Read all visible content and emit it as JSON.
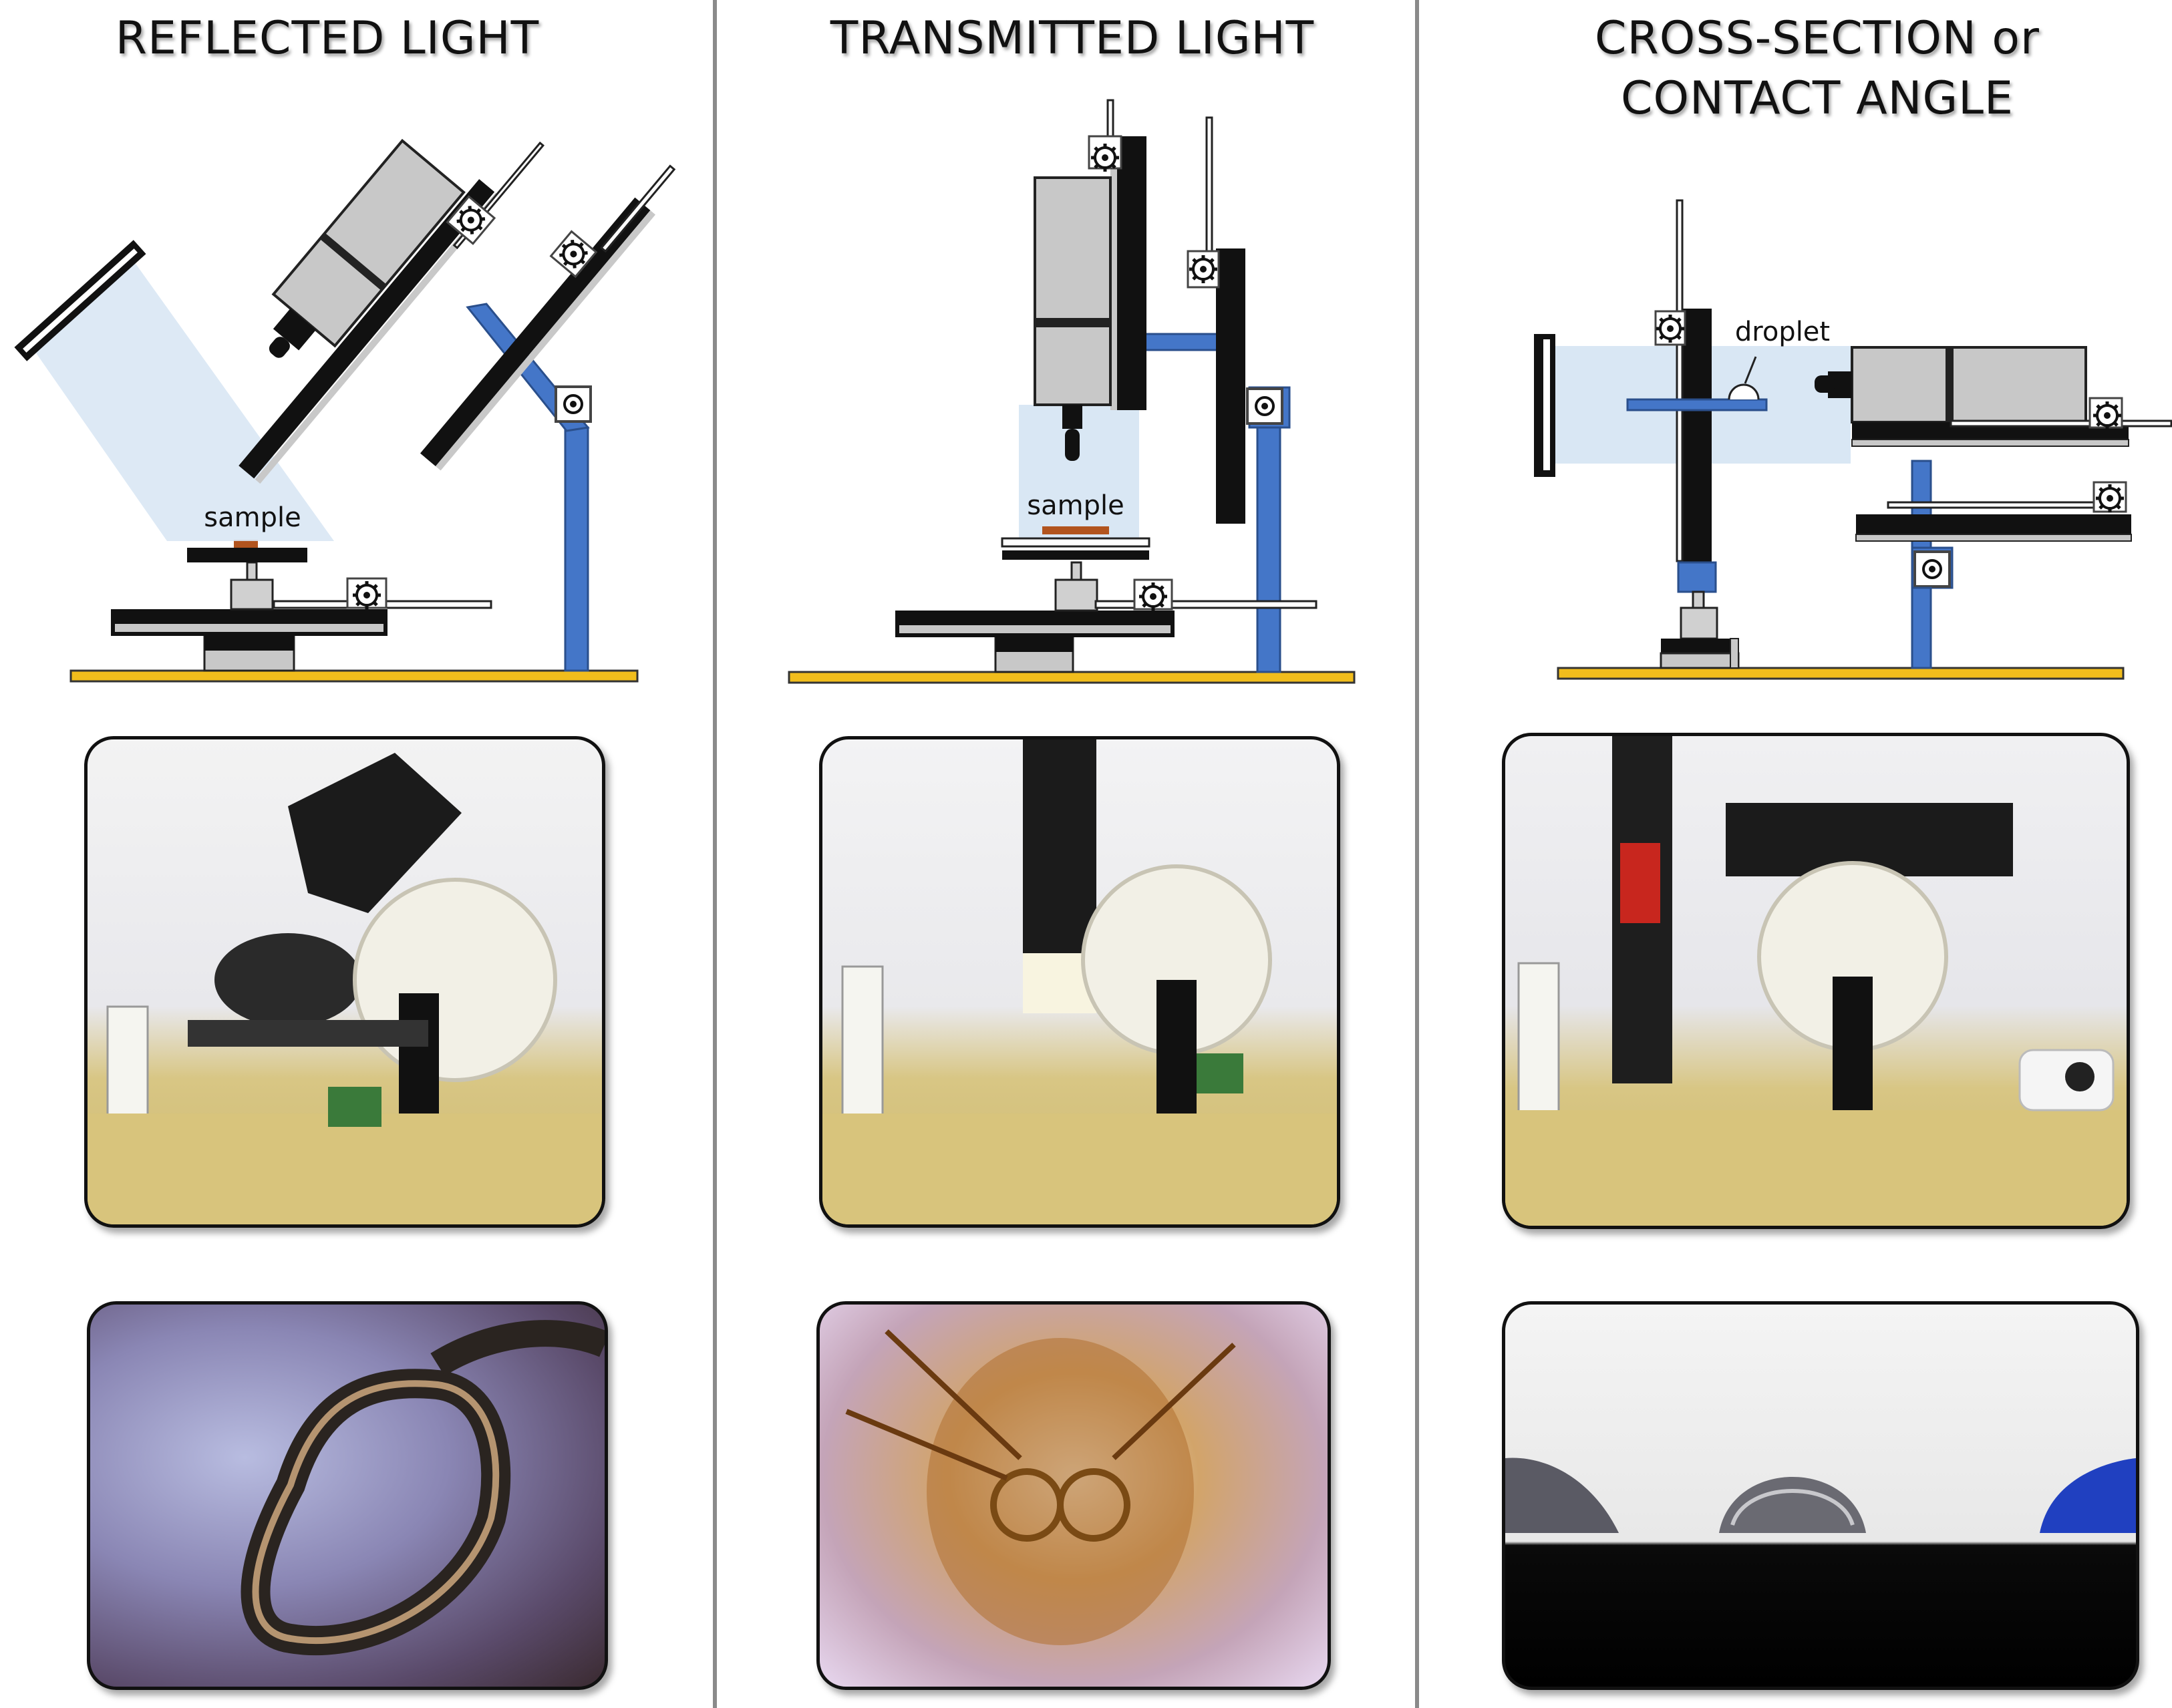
{
  "titles": {
    "reflected": "REFLECTED LIGHT",
    "transmitted": "TRANSMITTED LIGHT",
    "cross_line1": "CROSS-SECTION or",
    "cross_line2": "CONTACT ANGLE"
  },
  "labels": {
    "sample_reflected": "sample",
    "sample_transmitted": "sample",
    "droplet": "droplet"
  },
  "colors": {
    "base_plate": "#f1bd1c",
    "arm": "#4476c8",
    "light_beam": "#d9e7f4",
    "camera_body": "#c8c8c8",
    "sample": "#b2541e"
  },
  "photos": {
    "setup_reflected": "lego microscope setup — reflected light",
    "setup_transmitted": "lego microscope setup — transmitted light",
    "setup_cross": "lego microscope setup — side view",
    "result_reflected": "micrograph of metal wire over patterned chip",
    "result_transmitted": "micrograph of insect specimen",
    "result_cross": "droplets on surface, side view"
  }
}
